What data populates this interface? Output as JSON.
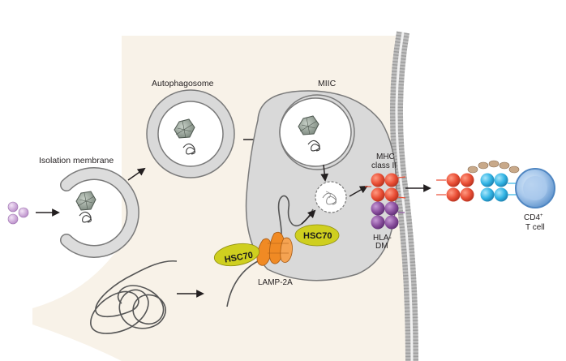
{
  "labels": {
    "isolation_membrane": "Isolation membrane",
    "autophagosome": "Autophagosome",
    "miic": "MIIC",
    "mhc_line1": "MHC",
    "mhc_line2": "class II",
    "hla_line1": "HLA-",
    "hla_line2": "DM",
    "hsc70": "HSC70",
    "lamp2a": "LAMP-2A",
    "cd4_main": "CD4",
    "cd4_sup": "+",
    "tcell": "T cell"
  },
  "colors": {
    "cytoplasm": "#f7f1e6",
    "membrane_gray": "#d9d9d9",
    "membrane_stroke": "#7a7a7a",
    "mhc_red": "#e94e35",
    "hla_purple": "#8a4f9e",
    "tcr_blue": "#31b4e4",
    "cd4_blue": "#6c9fd4",
    "hsc70_yellow": "#cfcf1f",
    "lamp_orange": "#f08a24",
    "particle_lilac": "#d7b5e0",
    "peptide_tan": "#c8a98a"
  }
}
